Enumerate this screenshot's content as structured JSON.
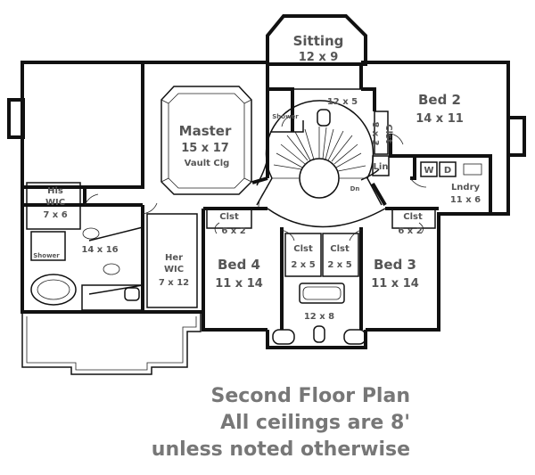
{
  "rooms": {
    "sitting": {
      "name": "Sitting",
      "dims": "12 x 9"
    },
    "master": {
      "name": "Master",
      "dims": "15 x 17",
      "note": "Vault Clg"
    },
    "bed2": {
      "name": "Bed 2",
      "dims": "14 x 11"
    },
    "bed3": {
      "name": "Bed 3",
      "dims": "11 x 14"
    },
    "bed4": {
      "name": "Bed 4",
      "dims": "11 x 14"
    },
    "his_wic": {
      "name": "His",
      "name2": "WIC",
      "dims": "7 x 6"
    },
    "her_wic": {
      "name": "Her",
      "name2": "WIC",
      "dims": "7 x 12"
    },
    "master_bath": {
      "dims": "14 x 16"
    },
    "laundry": {
      "name": "Lndry",
      "dims": "11 x 6"
    },
    "hall_bath_top": {
      "dims": "12 x 5"
    },
    "hall_bath_bottom": {
      "dims": "12 x 8"
    }
  },
  "closets": {
    "bed4": {
      "name": "Clst",
      "dims": "6 x 2"
    },
    "bed3": {
      "name": "Clst",
      "dims": "6 x 2"
    },
    "hall_left": {
      "name": "Clst",
      "dims": "2 x 5"
    },
    "hall_right": {
      "name": "Clst",
      "dims": "2 x 5"
    },
    "bed2": {
      "name": "Clst",
      "dims": "8 x 3"
    }
  },
  "labels": {
    "shower_top": "Shower",
    "shower_master": "Shower",
    "lin": "Lin",
    "stair_dn": "Dn",
    "washer": "W",
    "dryer": "D"
  },
  "caption": {
    "line1": "Second Floor Plan",
    "line2": "All ceilings are 8'",
    "line3": "unless noted otherwise"
  }
}
